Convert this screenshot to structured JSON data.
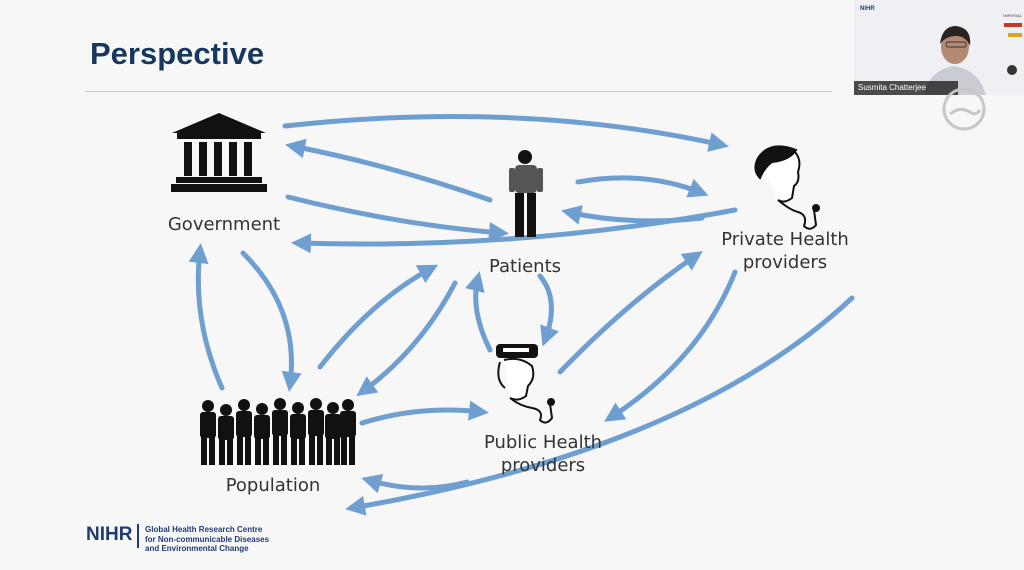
{
  "slide": {
    "title": "Perspective",
    "nodes": {
      "government": "Government",
      "patients": "Patients",
      "private_line1": "Private Health",
      "private_line2": "providers",
      "public_line1": "Public Health",
      "public_line2": "providers",
      "population": "Population"
    },
    "footer": {
      "brand": "NIHR",
      "line1": "Global Health Research Centre",
      "line2": "for Non-communicable Diseases",
      "line3": "and Environmental Change"
    }
  },
  "video": {
    "participant_name": "Susmita Chatterjee",
    "thumb_brand": "NIHR",
    "thumb_logo_1": "IMPERIAL"
  },
  "colors": {
    "arrow": "#6f9fd0",
    "title": "#17375e",
    "brand": "#1f3b73"
  },
  "icons": [
    "government-building-icon",
    "patient-person-icon",
    "private-doctor-icon",
    "public-doctor-icon",
    "population-crowd-icon"
  ]
}
